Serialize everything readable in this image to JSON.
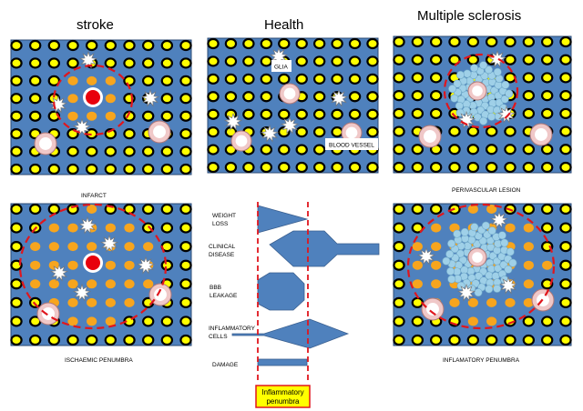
{
  "titles": {
    "stroke": "stroke",
    "health": "Health",
    "ms": "Multiple sclerosis"
  },
  "captions": {
    "infarct": "INFARCT",
    "perivascular": "PERIVASCULAR LESION",
    "ischaemic": "ISCHAEMIC PENUMBRA",
    "inflammatory": "INFLAMATORY PENUMBRA"
  },
  "health_labels": {
    "glia": "GLIA",
    "blood_vessel": "BLOOD VESSEL"
  },
  "timeline": {
    "rows": [
      {
        "line1": "WEIGHT",
        "line2": "LOSS"
      },
      {
        "line1": "CLINICAL",
        "line2": "DISEASE"
      },
      {
        "line1": "BBB",
        "line2": "LEAKAGE"
      },
      {
        "line1": "INFLAMMATORY",
        "line2": "CELLS"
      },
      {
        "line1": "DAMAGE",
        "line2": ""
      }
    ],
    "penumbra_line1": "Inflammatory",
    "penumbra_line2": "penumbra"
  },
  "colors": {
    "tissue": "#4f81bd",
    "neuron_fill": "#ffff00",
    "neuron_ring": "#000000",
    "activated_cell": "#f7a51e",
    "infarct_core": "#e8000c",
    "lesion_cell": "#9fd0e8",
    "vessel_ring": "#f0c8c8",
    "boundary": "#e0161d",
    "penumbra_box": "#ffff00"
  }
}
